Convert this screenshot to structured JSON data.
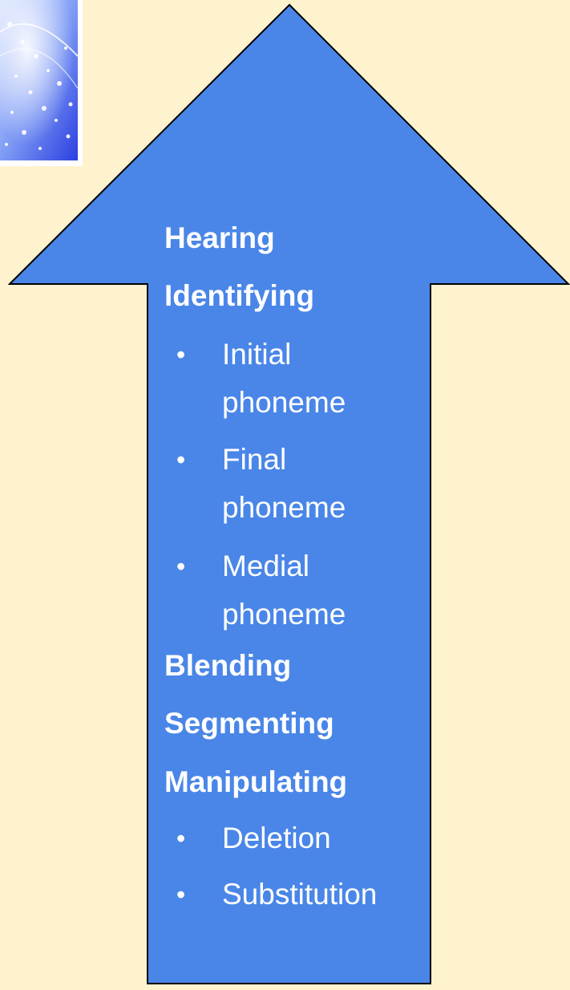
{
  "colors": {
    "background": "#fff2cf",
    "arrow_fill": "#4a86e8",
    "arrow_stroke": "#000000",
    "text": "#ffffff"
  },
  "decorative_image": {
    "description_icon": "water-droplets-image"
  },
  "arrow": {
    "direction": "up"
  },
  "items": [
    {
      "type": "heading",
      "text": "Hearing"
    },
    {
      "type": "heading",
      "text": "Identifying"
    },
    {
      "type": "bullet",
      "lines": [
        "Initial",
        "phoneme"
      ]
    },
    {
      "type": "bullet",
      "lines": [
        "Final",
        "phoneme"
      ]
    },
    {
      "type": "bullet",
      "lines": [
        "Medial",
        "phoneme"
      ]
    },
    {
      "type": "heading",
      "text": "Blending"
    },
    {
      "type": "heading",
      "text": "Segmenting"
    },
    {
      "type": "heading",
      "text": "Manipulating"
    },
    {
      "type": "bullet",
      "lines": [
        "Deletion"
      ]
    },
    {
      "type": "bullet",
      "lines": [
        "Substitution"
      ]
    }
  ],
  "bullet_glyph": "•"
}
